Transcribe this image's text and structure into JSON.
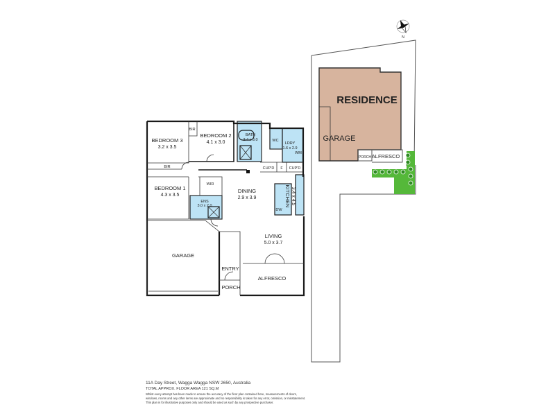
{
  "plan": {
    "rooms": {
      "bedroom3": {
        "name": "BEDROOM 3",
        "dim": "3.2 x 3.5"
      },
      "bedroom2": {
        "name": "BEDROOM 2",
        "dim": "4.1 x 3.0"
      },
      "bedroom1": {
        "name": "BEDROOM 1",
        "dim": "4.3 x 3.5"
      },
      "bath": {
        "name": "BATH",
        "dim": "2.4 x 3.0"
      },
      "wc": {
        "name": "WC"
      },
      "lndry": {
        "name": "LDRY",
        "dim": "1.6 x 2.9"
      },
      "wm": {
        "name": "WM"
      },
      "bir_top": {
        "name": "BIR"
      },
      "bir_mid": {
        "name": "BIR"
      },
      "wir": {
        "name": "WIR"
      },
      "ens": {
        "name": "ENS",
        "dim": "3.0 x 2.0"
      },
      "cupd_left": {
        "name": "CUP'D"
      },
      "fridge": {
        "name": "F"
      },
      "cupd_right": {
        "name": "CUP'D"
      },
      "dining": {
        "name": "DINING",
        "dim": "2.9 x 3.9"
      },
      "kitchen": {
        "name": "KITCHEN",
        "dim": "3.4 x 4.5"
      },
      "dw": {
        "name": "DW"
      },
      "living": {
        "name": "LIVING",
        "dim": "5.0 x 3.7"
      },
      "garage": {
        "name": "GARAGE"
      },
      "entry": {
        "name": "ENTRY"
      },
      "porch": {
        "name": "PORCH"
      },
      "alfresco": {
        "name": "ALFRESCO"
      }
    }
  },
  "site": {
    "residence": "RESIDENCE",
    "garage": "GARAGE",
    "alfresco": "ALFRESCO",
    "porch": "PORCH",
    "residence_color": "#d7b49e",
    "garden_color": "#55b83a"
  },
  "compass": {
    "north": "N"
  },
  "footer": {
    "address": "11A Day Street, Wagga Wagga NSW 2650, Australia",
    "area": "TOTAL APPROX. FLOOR AREA 121 SQ.M",
    "disclaimer_1": "Whilst every attempt has been made to ensure the accuracy of the floor plan contained here, measurements of doors,",
    "disclaimer_2": "windows, rooms and any other items are approximate and no responsibility is taken for any error, omission, or misstatement.",
    "disclaimer_3": "This plan is for illustrative purposes only and should be used as such by any prospective purchaser."
  }
}
